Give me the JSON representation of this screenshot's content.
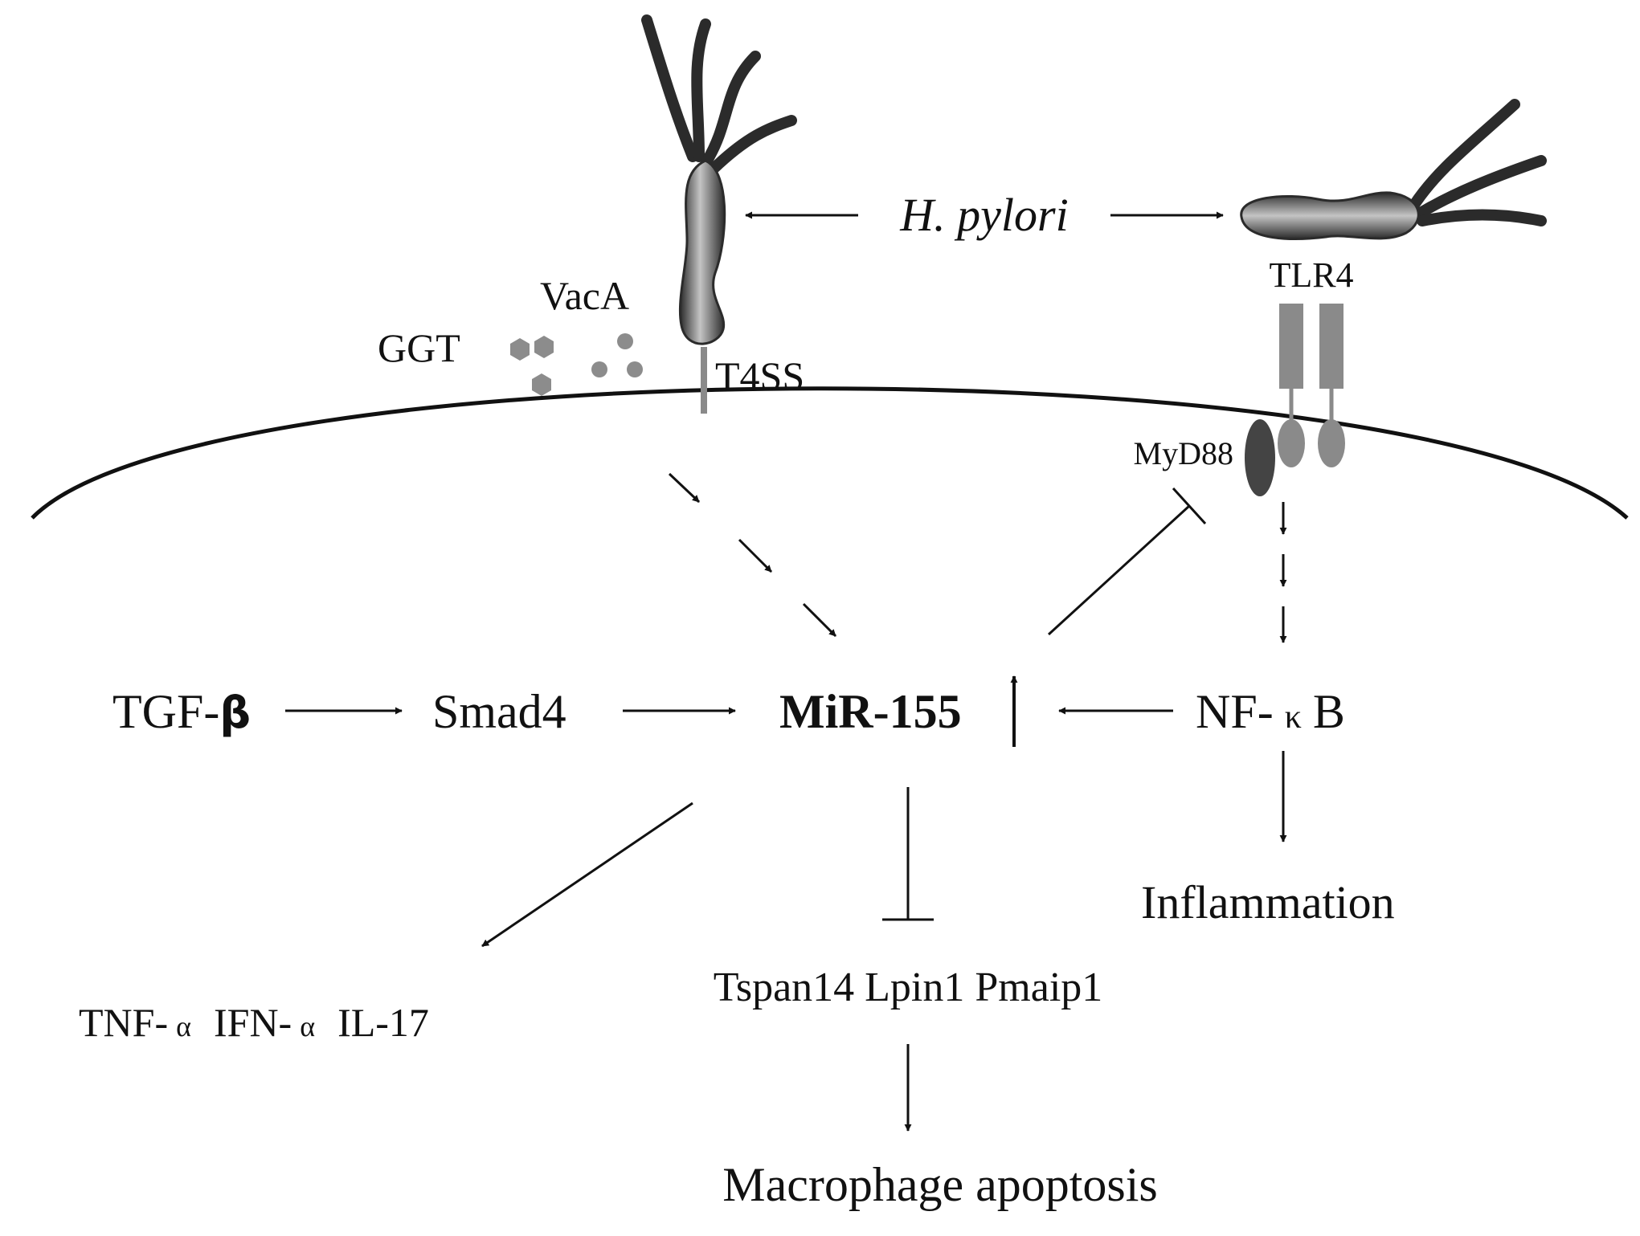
{
  "labels": {
    "h_pylori": "H. pylori",
    "vaca": "VacA",
    "ggt": "GGT",
    "t4ss": "T4SS",
    "tlr4": "TLR4",
    "myd88": "MyD88",
    "tgf_beta_prefix": "TGF-",
    "tgf_beta_symbol": "β",
    "smad4": "Smad4",
    "mir155": "MiR-155",
    "nfkb_prefix": "NF-",
    "nfkb_symbol": "κ",
    "nfkb_suffix": "B",
    "inflammation": "Inflammation",
    "tnf_alpha_prefix": "TNF-",
    "tnf_alpha_symbol": "α",
    "ifn_alpha_prefix": "IFN-",
    "ifn_alpha_symbol": "α",
    "il17": "IL-17",
    "target_genes": "Tspan14 Lpin1 Pmaip1",
    "macrophage_apoptosis": "Macrophage apoptosis"
  },
  "colors": {
    "ink": "#111111",
    "bacterium_dark": "#2b2b2b",
    "bacterium_light": "#bdbdbd",
    "receptor_gray": "#8a8a8a",
    "myd88_dark": "#444444",
    "particle_gray": "#8c8c8c"
  }
}
